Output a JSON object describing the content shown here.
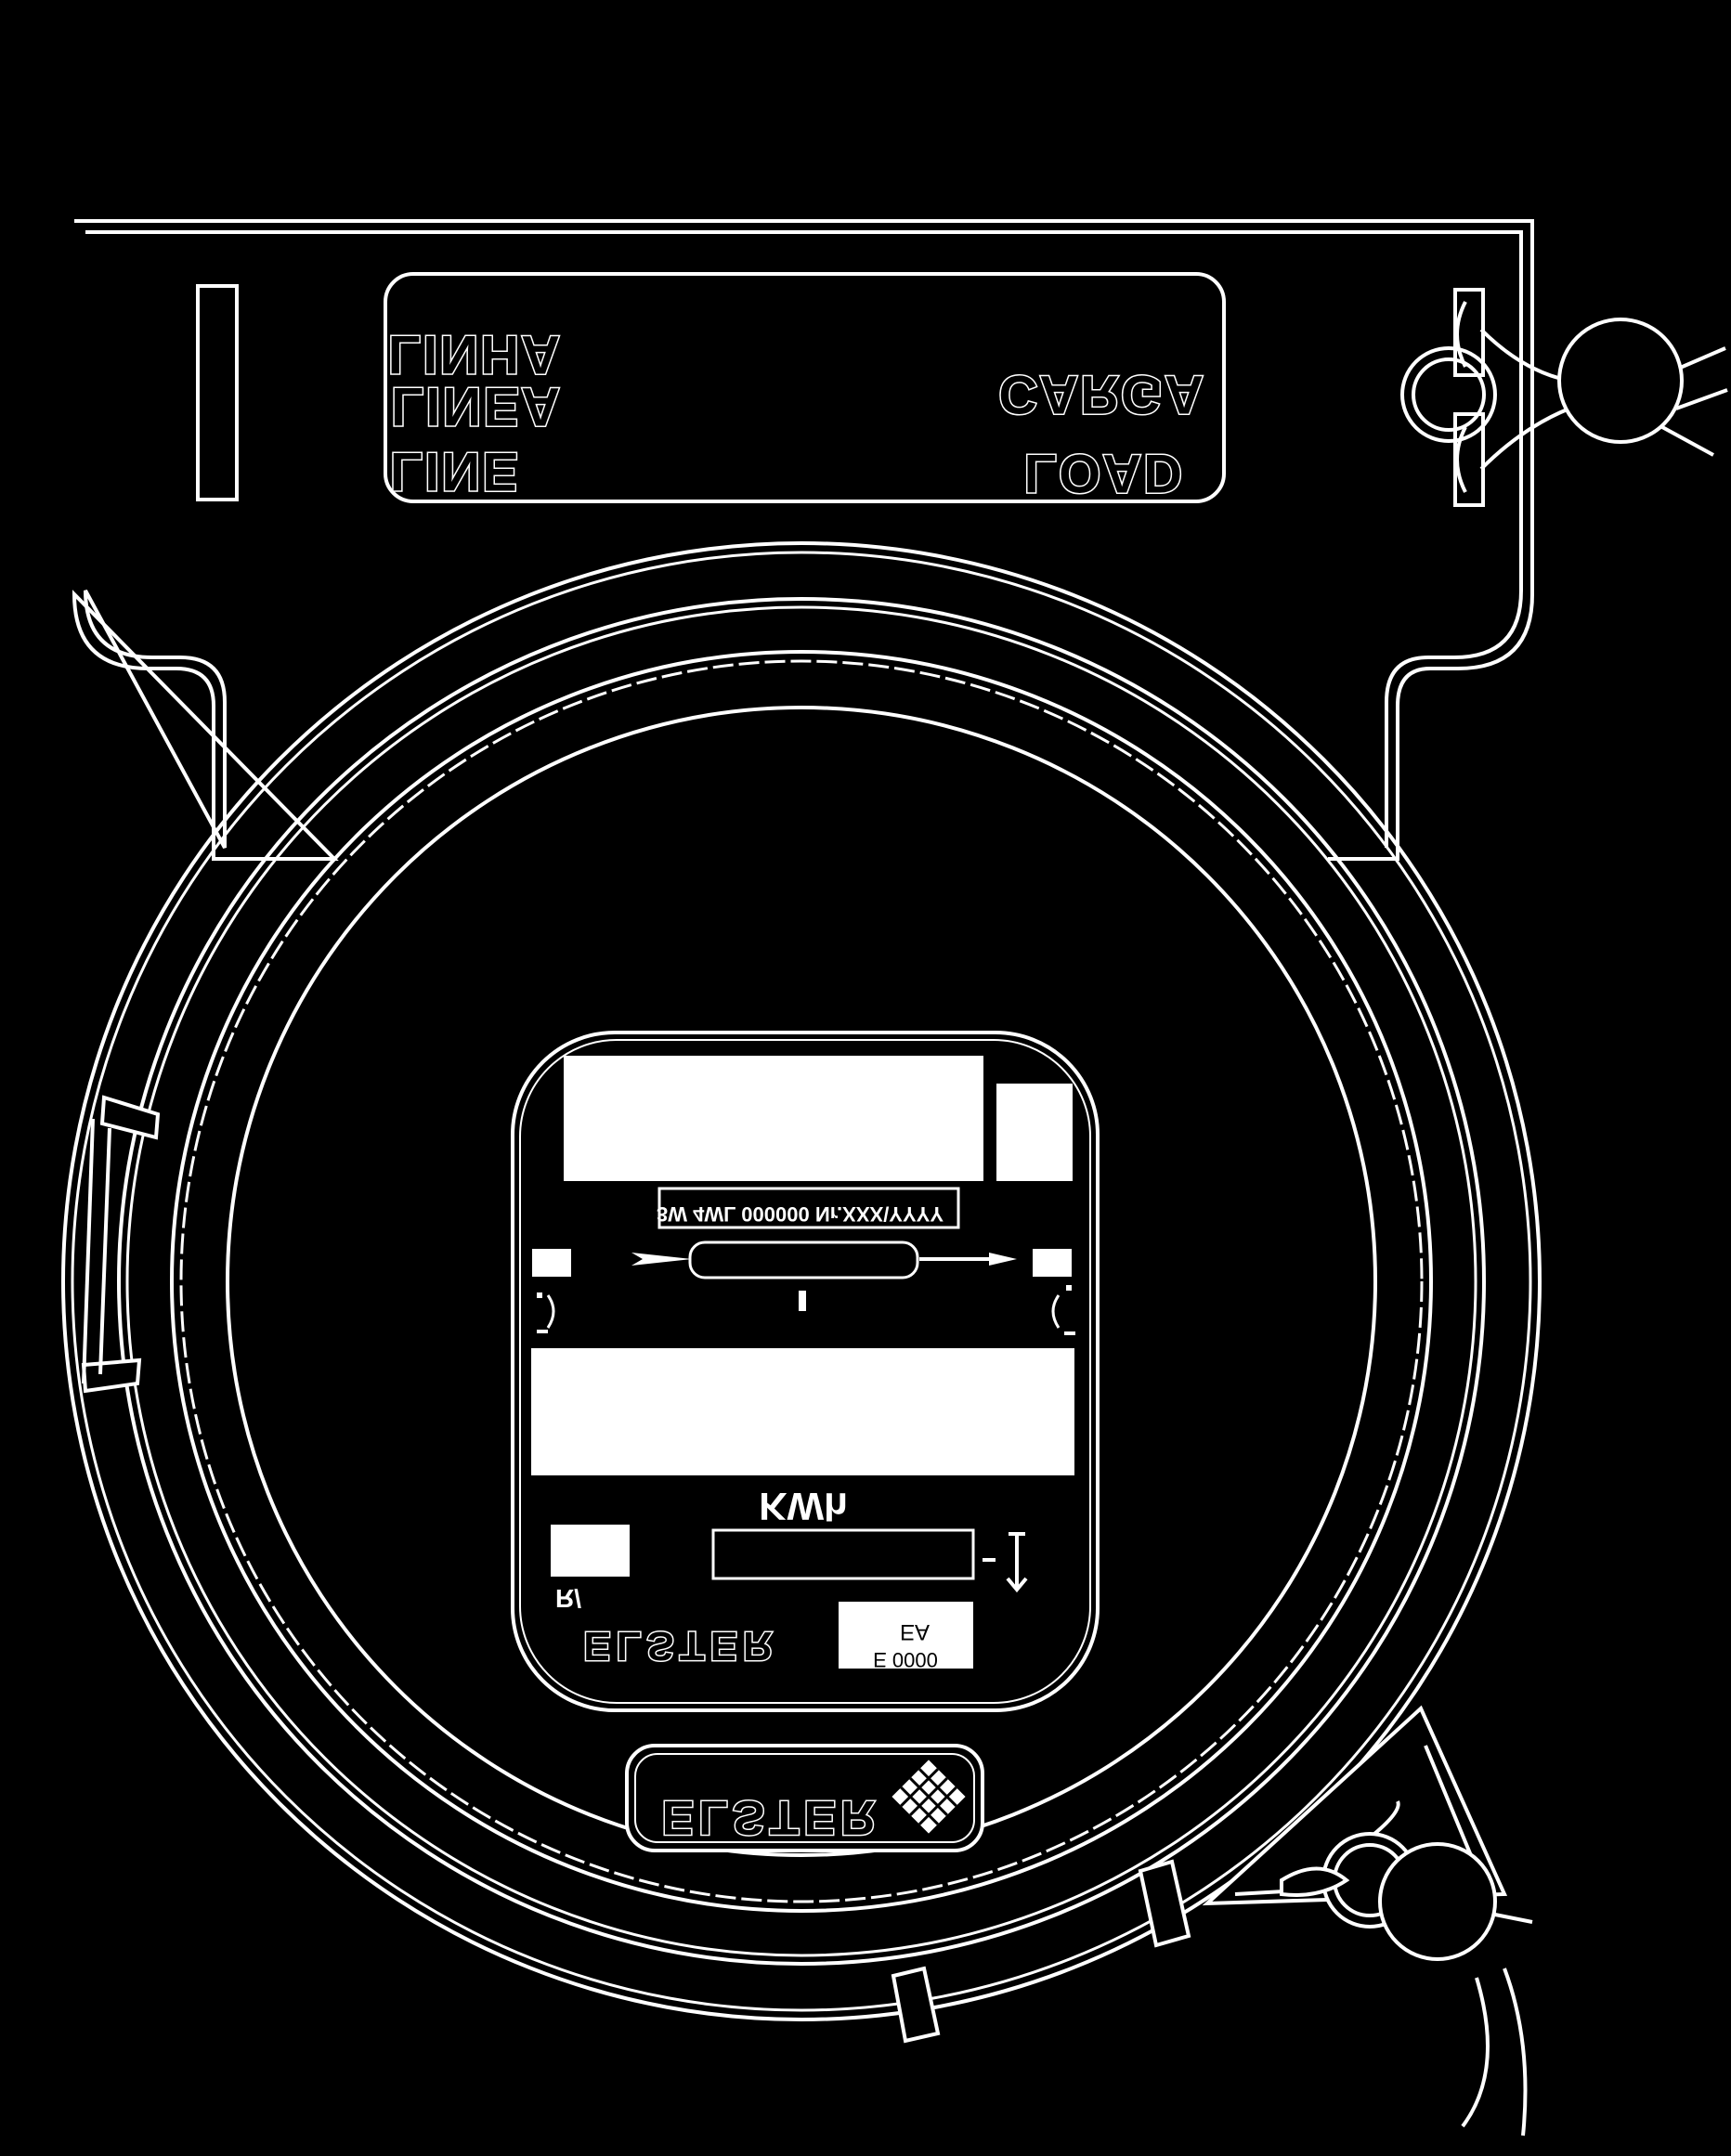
{
  "terminal_block": {
    "left_labels": [
      "LINHA",
      "LINEA",
      "LINE"
    ],
    "right_labels": [
      "CARGA",
      "LOAD"
    ]
  },
  "nameplate": {
    "spec_line": "3W 4WL 000000 Nr.XXX\\YYYY",
    "unit_label": "KWh",
    "small_id": "R/",
    "brand": "ELSTER",
    "cert_mark_line1": "EA",
    "cert_mark_line2": "E 0000"
  },
  "brand_badge": {
    "text": "ELSTER"
  },
  "colors": {
    "background": "#000000",
    "line_art": "#ffffff"
  }
}
